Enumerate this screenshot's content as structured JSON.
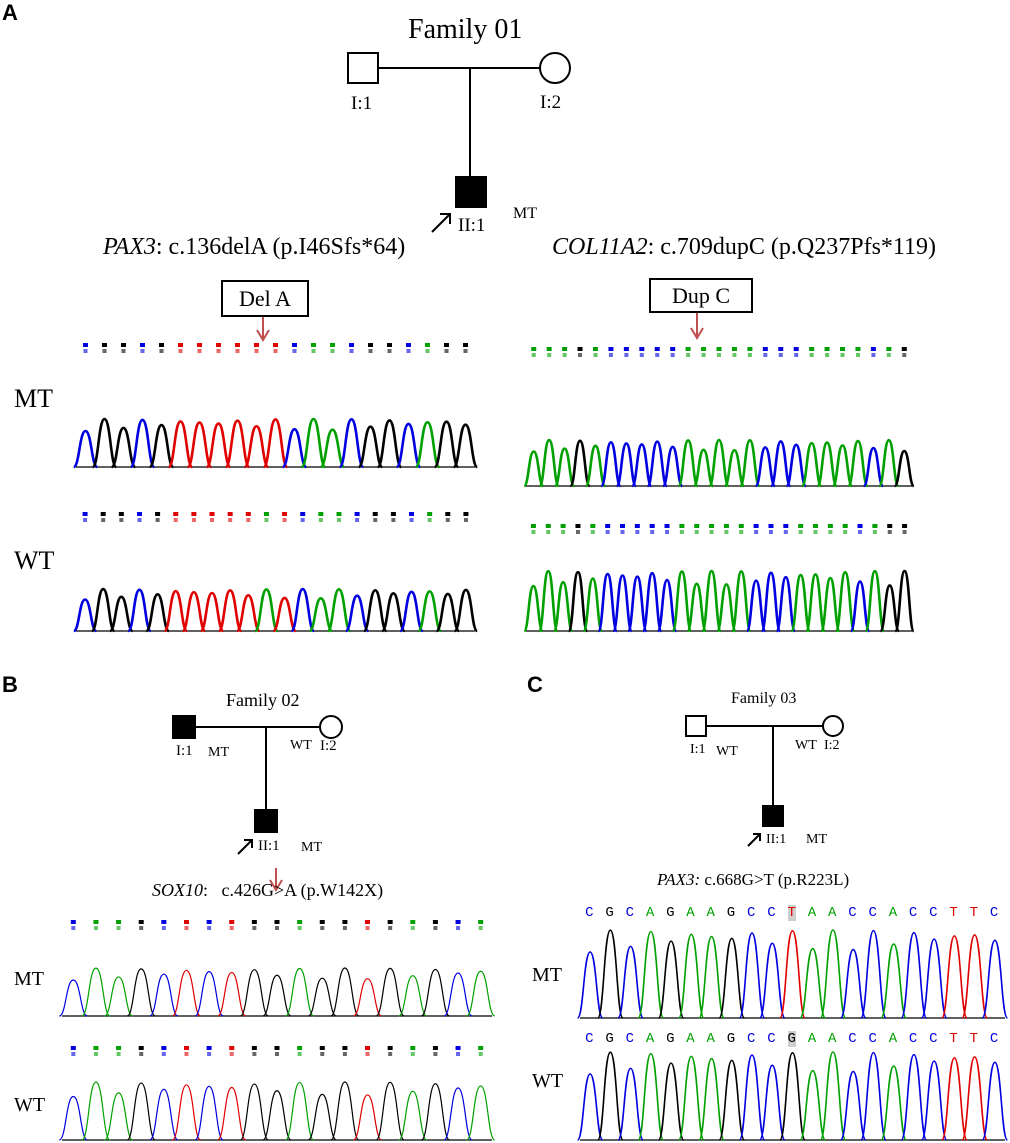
{
  "panels": {
    "A": {
      "letter": "A",
      "family_title": "Family 01",
      "individuals": {
        "father": "I:1",
        "mother": "I:2",
        "proband": "II:1",
        "proband_status": "MT"
      },
      "left": {
        "gene": "PAX3",
        "mutation": ": c.136delA (p.I46Sfs*64)",
        "callout": "Del A",
        "rows": [
          "MT",
          "WT"
        ]
      },
      "right": {
        "gene": "COL11A2",
        "mutation": ": c.709dupC (p.Q237Pfs*119)",
        "callout": "Dup C"
      },
      "colors": {
        "A": "#00a000",
        "C": "#0000e0",
        "G": "#000000",
        "T": "#e00000",
        "arrow": "#c05050"
      }
    },
    "B": {
      "letter": "B",
      "family_title": "Family 02",
      "individuals": {
        "father": "I:1",
        "father_status": "MT",
        "mother": "I:2",
        "mother_status": "WT",
        "proband": "II:1",
        "proband_status": "MT"
      },
      "gene": "SOX10",
      "mutation": ":   c.426G>A (p.W142X)",
      "rows": [
        "MT",
        "WT"
      ]
    },
    "C": {
      "letter": "C",
      "family_title": "Family 03",
      "individuals": {
        "father": "I:1",
        "father_status": "WT",
        "mother": "I:2",
        "mother_status": "WT",
        "proband": "II:1",
        "proband_status": "MT"
      },
      "gene": "PAX3:",
      "mutation": " c.668G>T (p.R223L)",
      "rows": [
        "MT",
        "WT"
      ],
      "seq_mt": [
        "C",
        "G",
        "C",
        "A",
        "G",
        "A",
        "A",
        "G",
        "C",
        "C",
        "T",
        "A",
        "A",
        "C",
        "C",
        "A",
        "C",
        "C",
        "T",
        "T",
        "C"
      ],
      "seq_wt": [
        "C",
        "G",
        "C",
        "A",
        "G",
        "A",
        "A",
        "G",
        "C",
        "C",
        "G",
        "A",
        "A",
        "C",
        "C",
        "A",
        "C",
        "C",
        "T",
        "T",
        "C"
      ]
    }
  }
}
